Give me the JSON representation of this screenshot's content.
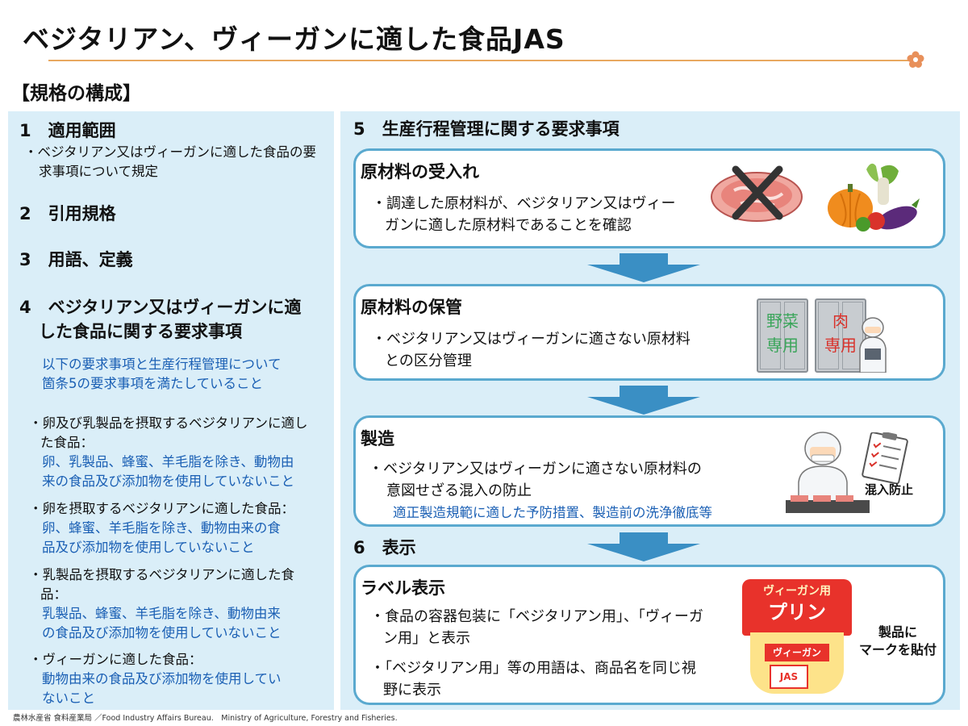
{
  "title": "ベジタリアン、ヴィーガンに適した食品JAS",
  "section_label": "【規格の構成】",
  "left": {
    "item1": {
      "heading": "1　適用範囲",
      "text_line1": "・ベジタリアン又はヴィーガンに適した食品の要",
      "text_line2": "求事項について規定"
    },
    "item2": {
      "heading": "2　引用規格"
    },
    "item3": {
      "heading": "3　用語、定義"
    },
    "item4": {
      "heading_line1": "4　ベジタリアン又はヴィーガンに適",
      "heading_line2": "した食品に関する要求事項",
      "note_line1": "以下の要求事項と生産行程管理について",
      "note_line2": "箇条5の要求事項を満たしていること",
      "bullets": [
        {
          "line1": "・卵及び乳製品を摂取するベジタリアンに適し",
          "line2": "た食品：",
          "detail1": "卵、乳製品、蜂蜜、羊毛脂を除き、動物由",
          "detail2": "来の食品及び添加物を使用していないこと"
        },
        {
          "line1": "・卵を摂取するベジタリアンに適した食品：",
          "detail1": "卵、蜂蜜、羊毛脂を除き、動物由来の食",
          "detail2": "品及び添加物を使用していないこと"
        },
        {
          "line1": "・乳製品を摂取するベジタリアンに適した食",
          "line2": "品：",
          "detail1": "乳製品、蜂蜜、羊毛脂を除き、動物由来",
          "detail2": "の食品及び添加物を使用していないこと"
        },
        {
          "line1": "・ヴィーガンに適した食品：",
          "detail1": "動物由来の食品及び添加物を使用してい",
          "detail2": "ないこと"
        }
      ]
    }
  },
  "right": {
    "item5_heading": "5　生産行程管理に関する要求事項",
    "box1": {
      "title": "原材料の受入れ",
      "line1": "・調達した原材料が、ベジタリアン又はヴィー",
      "line2": "ガンに適した原材料であることを確認"
    },
    "box2": {
      "title": "原材料の保管",
      "line1": "・ベジタリアン又はヴィーガンに適さない原材料",
      "line2": "との区分管理",
      "fridge1_top": "野菜",
      "fridge1_bottom": "専用",
      "fridge2_top": "肉",
      "fridge2_bottom": "専用"
    },
    "box3": {
      "title": "製造",
      "line1": "・ベジタリアン又はヴィーガンに適さない原材料の",
      "line2": "意図せざる混入の防止",
      "note": "適正製造規範に適した予防措置、製造前の洗浄徹底等",
      "caption": "混入防止"
    },
    "item6_heading": "6　表示",
    "box4": {
      "title": "ラベル表示",
      "line1": "・食品の容器包装に「ベジタリアン用」、「ヴィーガ",
      "line2": "ン用」と表示",
      "line3": "・「ベジタリアン用」等の用語は、商品名を同じ視",
      "line4": "野に表示",
      "product_top": "ヴィーガン用",
      "product_name": "プリン",
      "product_band": "ヴィーガン",
      "product_mark": "JAS",
      "caption_line1": "製品に",
      "caption_line2": "マークを貼付"
    }
  },
  "footer": "農林水産省 食料産業局 ／Food Industry Affairs Bureau.　Ministry of Agriculture, Forestry and Fisheries.",
  "colors": {
    "panel_bg": "#daeef8",
    "box_border": "#5aa9cf",
    "arrow": "#3a8fc4",
    "note_blue": "#1a5fb4",
    "title_line": "#e8a860"
  }
}
